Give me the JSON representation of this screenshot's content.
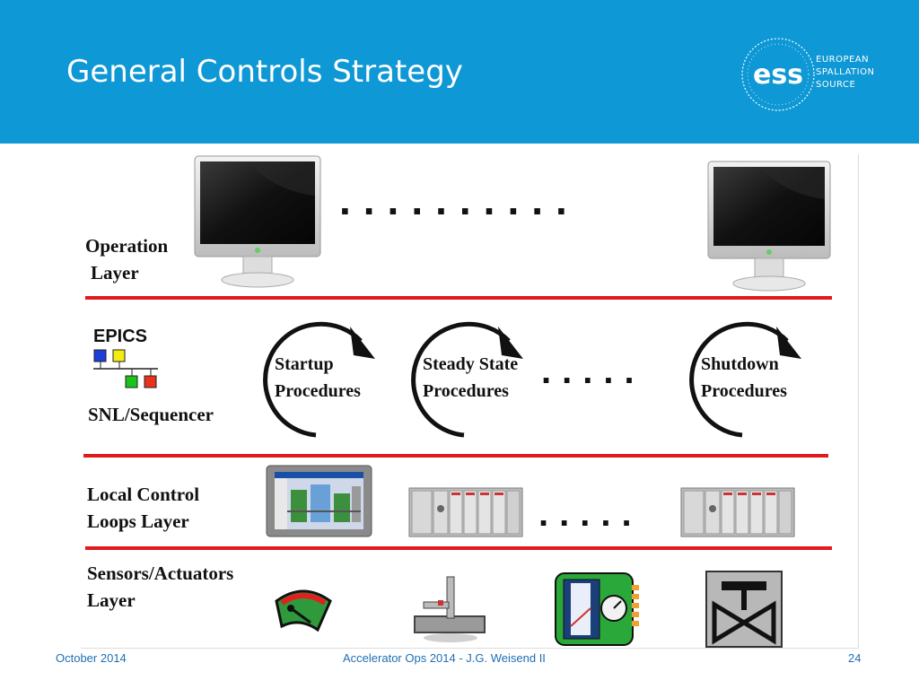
{
  "header": {
    "title": "General Controls Strategy",
    "org_lines": [
      "EUROPEAN",
      "SPALLATION",
      "SOURCE"
    ],
    "logo_text": "ess",
    "background_color": "#0e98d5"
  },
  "layers": {
    "operation": [
      "Operation",
      "Layer"
    ],
    "snl": "SNL/Sequencer",
    "local": [
      "Local Control",
      "Loops Layer"
    ],
    "sensors": [
      "Sensors/Actuators",
      "Layer"
    ]
  },
  "epics_label": "EPICS",
  "procedures": {
    "startup": [
      "Startup",
      "Procedures"
    ],
    "steady": [
      "Steady State",
      "Procedures"
    ],
    "shutdown": [
      "Shutdown",
      "Procedures"
    ]
  },
  "ellipsis": {
    "long": "..........",
    "short": "....."
  },
  "icons": [
    "monitor-icon",
    "cycle-arrow-icon",
    "hmi-panel-icon",
    "plc-rack-icon",
    "gauge-icon",
    "pipe-sensor-icon",
    "level-meter-icon",
    "valve-icon"
  ],
  "colors": {
    "divider": "#e01b1b",
    "footer_text": "#1f6fb3"
  },
  "footer": {
    "date": "October 2014",
    "center": "Accelerator Ops 2014 - J.G. Weisend II",
    "page": "24"
  }
}
